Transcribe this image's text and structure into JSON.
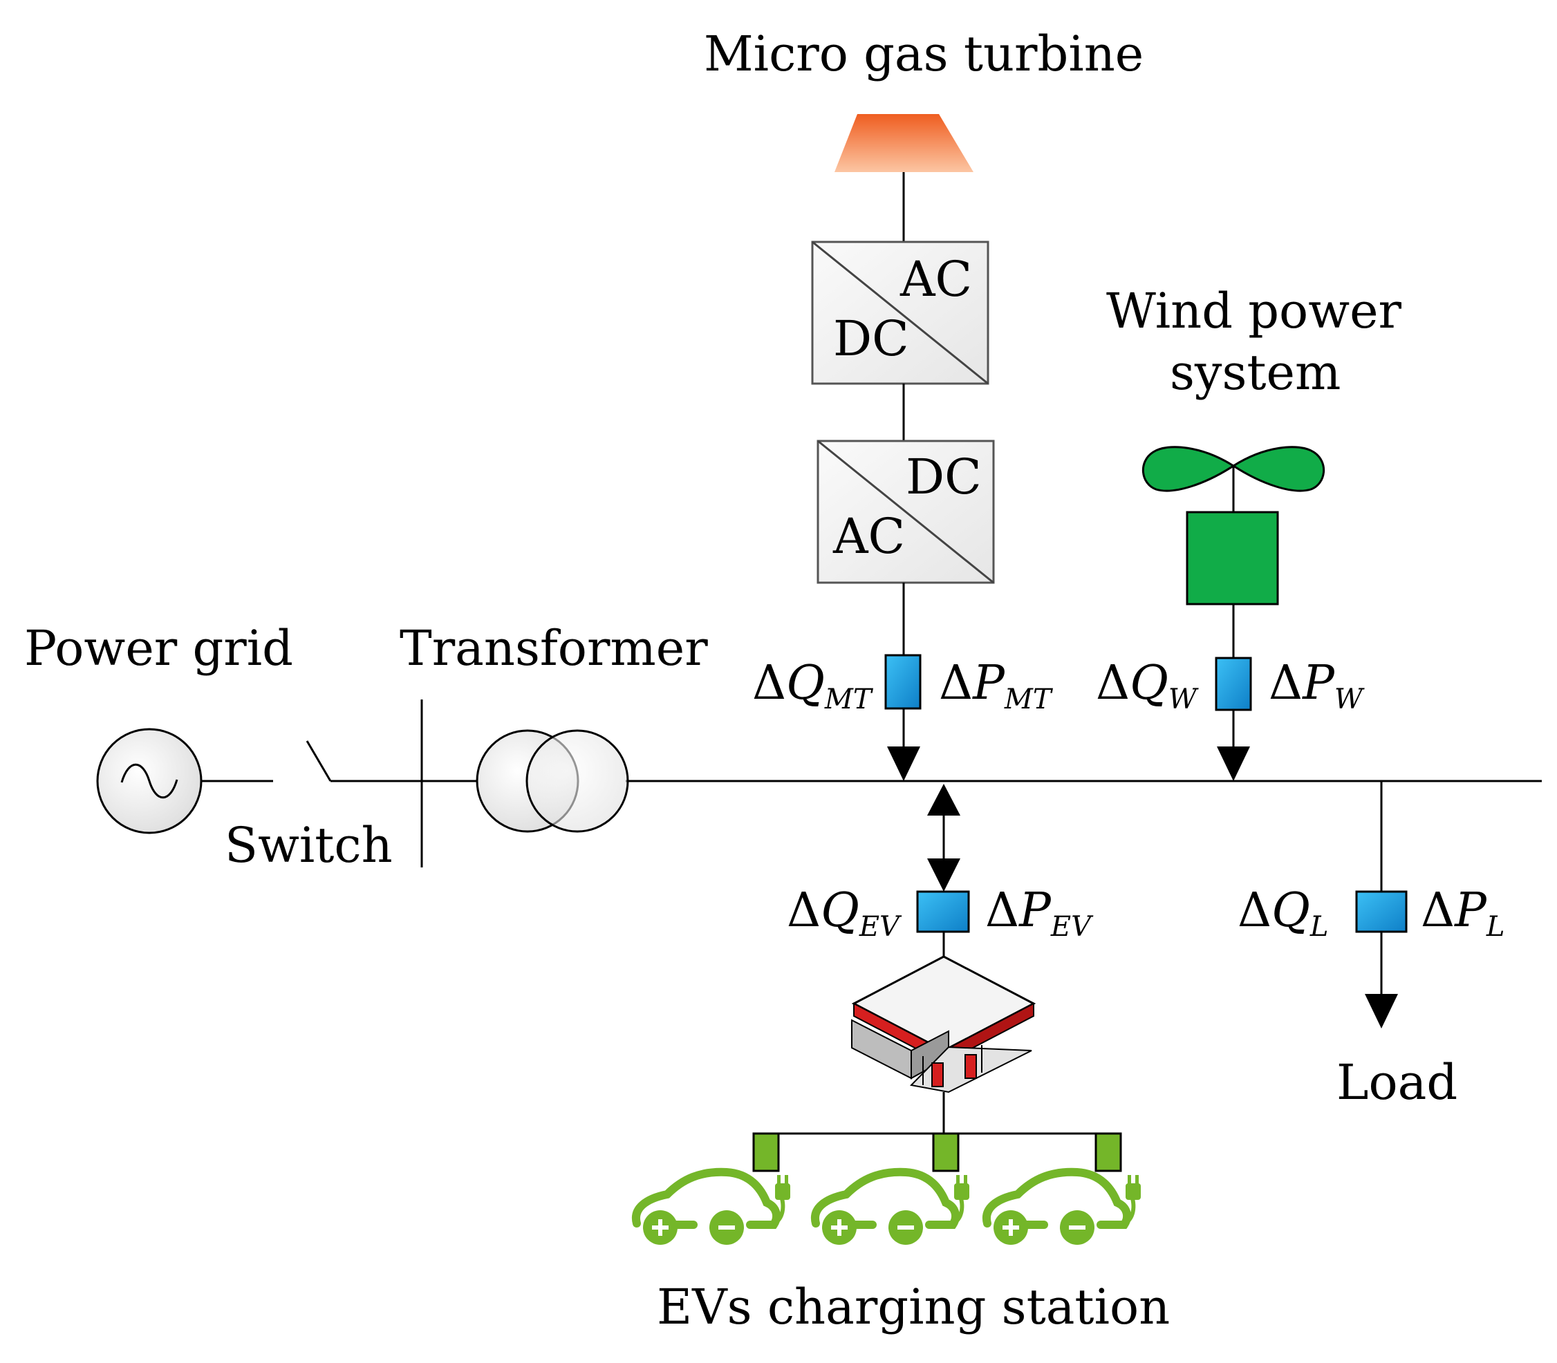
{
  "labels": {
    "micro_gas_turbine": "Micro gas turbine",
    "wind_power_line1": "Wind power",
    "wind_power_line2": "system",
    "power_grid": "Power grid",
    "transformer": "Transformer",
    "switch": "Switch",
    "load": "Load",
    "ev_station": "EVs charging station"
  },
  "converters": {
    "top": {
      "upper": "AC",
      "lower": "DC"
    },
    "bottom": {
      "upper": "DC",
      "lower": "AC"
    }
  },
  "quantities": {
    "delta": "Δ",
    "mt": {
      "q": "Q",
      "q_sub": "MT",
      "p": "P",
      "p_sub": "MT"
    },
    "w": {
      "q": "Q",
      "q_sub": "W",
      "p": "P",
      "p_sub": "W"
    },
    "ev": {
      "q": "Q",
      "q_sub": "EV",
      "p": "P",
      "p_sub": "EV"
    },
    "l": {
      "q": "Q",
      "q_sub": "L",
      "p": "P",
      "p_sub": "L"
    }
  },
  "colors": {
    "turbine_top": "#ef5d20",
    "turbine_bottom": "#fcc6a3",
    "wind_green": "#11ac48",
    "measure_blue": "#1497de",
    "ev_green": "#74b629",
    "station_red": "#d61f1f"
  }
}
